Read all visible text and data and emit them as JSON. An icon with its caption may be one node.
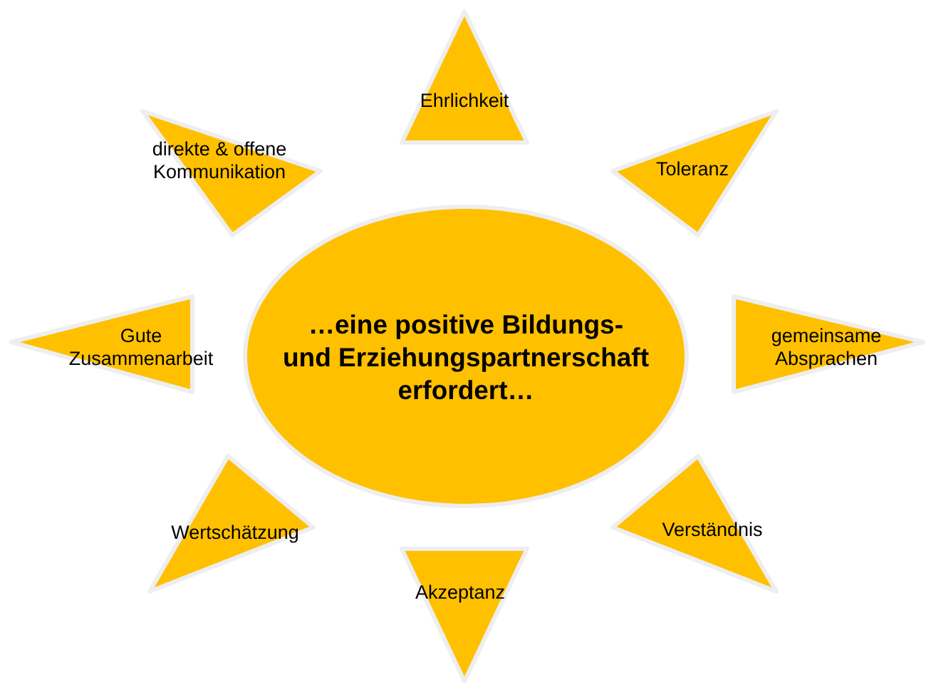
{
  "diagram": {
    "nodes": [
      {
        "text": [
          "…eine positive Bildungs- und Erziehungspartnerschaft erfordert…"
        ]
      },
      {
        "text": [
          "Ehrlichkeit"
        ]
      },
      {
        "text": [
          "direkte & offene Kommunikation"
        ]
      },
      {
        "text": [
          "Toleranz"
        ]
      },
      {
        "text": [
          "Gute Zusammenarbeit"
        ]
      },
      {
        "text": [
          "gemeinsame Absprachen"
        ]
      },
      {
        "text": [
          "Wertschätzung"
        ]
      },
      {
        "text": [
          "Verständnis"
        ]
      },
      {
        "text": [
          "Akzeptanz"
        ]
      }
    ]
  }
}
